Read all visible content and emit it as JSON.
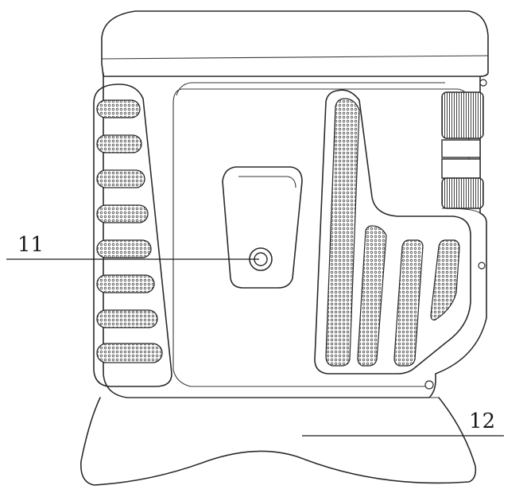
{
  "callouts": [
    {
      "id": "11",
      "label": "11"
    },
    {
      "id": "12",
      "label": "12"
    }
  ],
  "colors": {
    "line": "#2a2a2a",
    "texture": "#555555",
    "background": "#ffffff"
  },
  "icons": {
    "vents": "grille-slot",
    "roller": "knurled-dial",
    "screw": "screw-hole"
  }
}
